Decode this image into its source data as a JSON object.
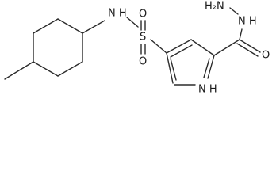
{
  "molecule": {
    "labels": {
      "sulfonamide_nh": "N H",
      "sulfur": "S",
      "oxygen_top": "O",
      "oxygen_bottom": "O",
      "hydrazide_nh2": "H₂N",
      "hydrazide_nh": "N H",
      "carbonyl_oxygen": "O",
      "pyrrole_nh": "N H"
    },
    "substituents": {
      "ring_methyl": "CH3 (line terminus)"
    }
  }
}
